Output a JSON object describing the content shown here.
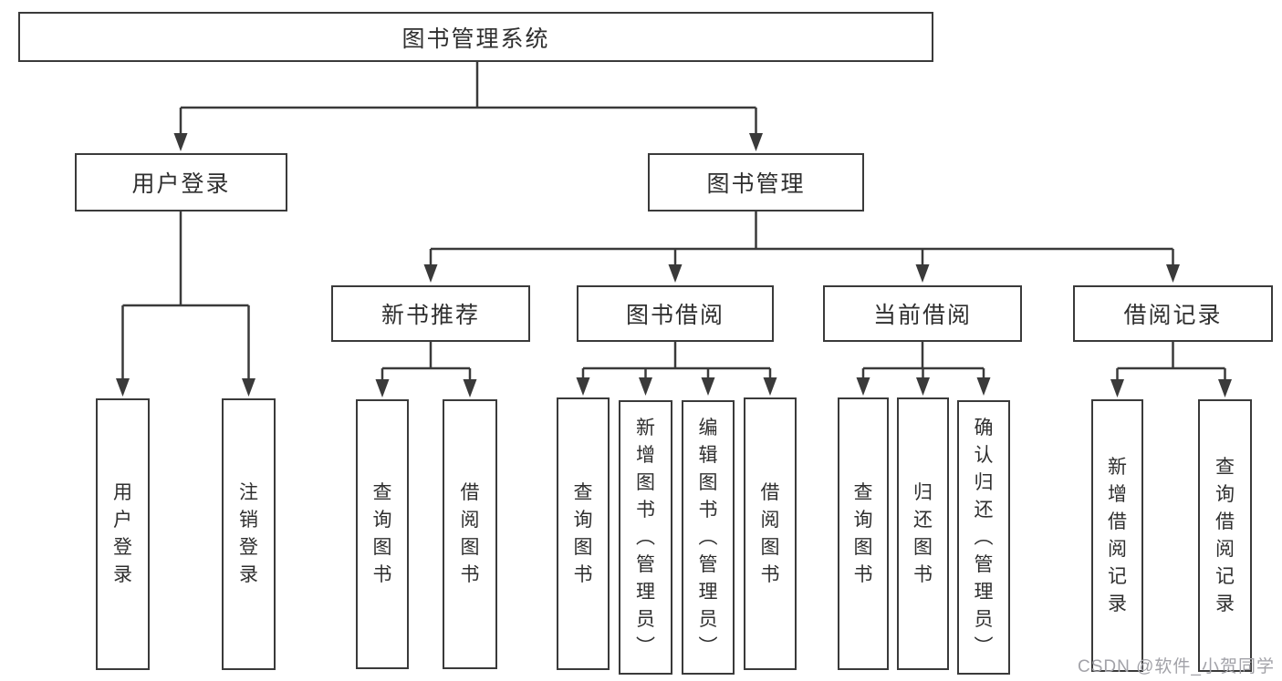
{
  "diagram": {
    "root": {
      "label": "图书管理系统"
    },
    "level2": [
      {
        "label": "用户登录"
      },
      {
        "label": "图书管理"
      }
    ],
    "level3": [
      {
        "label": "新书推荐"
      },
      {
        "label": "图书借阅"
      },
      {
        "label": "当前借阅"
      },
      {
        "label": "借阅记录"
      }
    ],
    "leaves": {
      "user_login": [
        "用户登录",
        "注销登录"
      ],
      "new_book": [
        "查询图书",
        "借阅图书"
      ],
      "book_borrow": [
        "查询图书",
        "新增图书（管理员）",
        "编辑图书（管理员）",
        "借阅图书"
      ],
      "current_borrow": [
        "查询图书",
        "归还图书",
        "确认归还（管理员）"
      ],
      "borrow_record": [
        "新增借阅记录",
        "查询借阅记录"
      ]
    }
  },
  "watermark": "CSDN @软件_小贺同学",
  "colors": {
    "line": "#3a3a3a",
    "text": "#2f2f2f",
    "watermark": "#a2a2a8",
    "background": "#ffffff"
  }
}
